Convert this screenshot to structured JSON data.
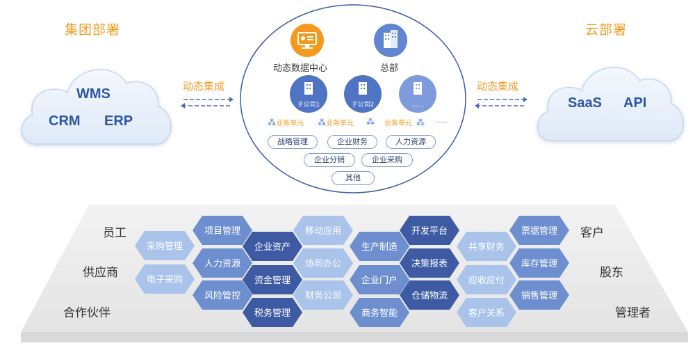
{
  "left_cloud": {
    "title": "集团部署",
    "items": [
      "WMS",
      "CRM",
      "ERP"
    ]
  },
  "right_cloud": {
    "title": "云部署",
    "items": [
      "SaaS",
      "API"
    ]
  },
  "integration": {
    "left": "动态集成",
    "right": "动态集成"
  },
  "center": {
    "data_center": "动态数据中心",
    "hq": "总部",
    "subsidiaries": [
      "子公司1",
      "子公司2",
      "......"
    ],
    "business_unit": "业务单元",
    "ellipsis": "......",
    "capabilities": [
      "战略管理",
      "企业财务",
      "人力资源",
      "企业分销",
      "企业采购",
      "其他"
    ]
  },
  "left_roles": [
    "员工",
    "供应商",
    "合作伙伴"
  ],
  "right_roles": [
    "客户",
    "股东",
    "管理者"
  ],
  "hexagons": [
    {
      "label": "采购管理",
      "shade": "light"
    },
    {
      "label": "电子采购",
      "shade": "light"
    },
    {
      "label": "项目管理",
      "shade": "mid"
    },
    {
      "label": "人力资源",
      "shade": "mid"
    },
    {
      "label": "风险管控",
      "shade": "mid"
    },
    {
      "label": "企业资产",
      "shade": "dark"
    },
    {
      "label": "资金管理",
      "shade": "dark"
    },
    {
      "label": "税务管理",
      "shade": "dark"
    },
    {
      "label": "移动应用",
      "shade": "light"
    },
    {
      "label": "协同办公",
      "shade": "light"
    },
    {
      "label": "财务公司",
      "shade": "light"
    },
    {
      "label": "生产制造",
      "shade": "mid"
    },
    {
      "label": "企业门户",
      "shade": "mid"
    },
    {
      "label": "商务智能",
      "shade": "mid"
    },
    {
      "label": "开发平台",
      "shade": "dark"
    },
    {
      "label": "决策报表",
      "shade": "dark"
    },
    {
      "label": "仓储物流",
      "shade": "dark"
    },
    {
      "label": "共享财务",
      "shade": "light"
    },
    {
      "label": "应收应付",
      "shade": "light"
    },
    {
      "label": "客户关系",
      "shade": "light"
    },
    {
      "label": "票据管理",
      "shade": "mid"
    },
    {
      "label": "库存管理",
      "shade": "mid"
    },
    {
      "label": "销售管理",
      "shade": "mid"
    }
  ],
  "colors": {
    "light": "#a9c3ea",
    "mid": "#6d8fcf",
    "dark": "#3d5aa3",
    "accent": "#f39a1e",
    "text_blue": "#2f55a4"
  }
}
